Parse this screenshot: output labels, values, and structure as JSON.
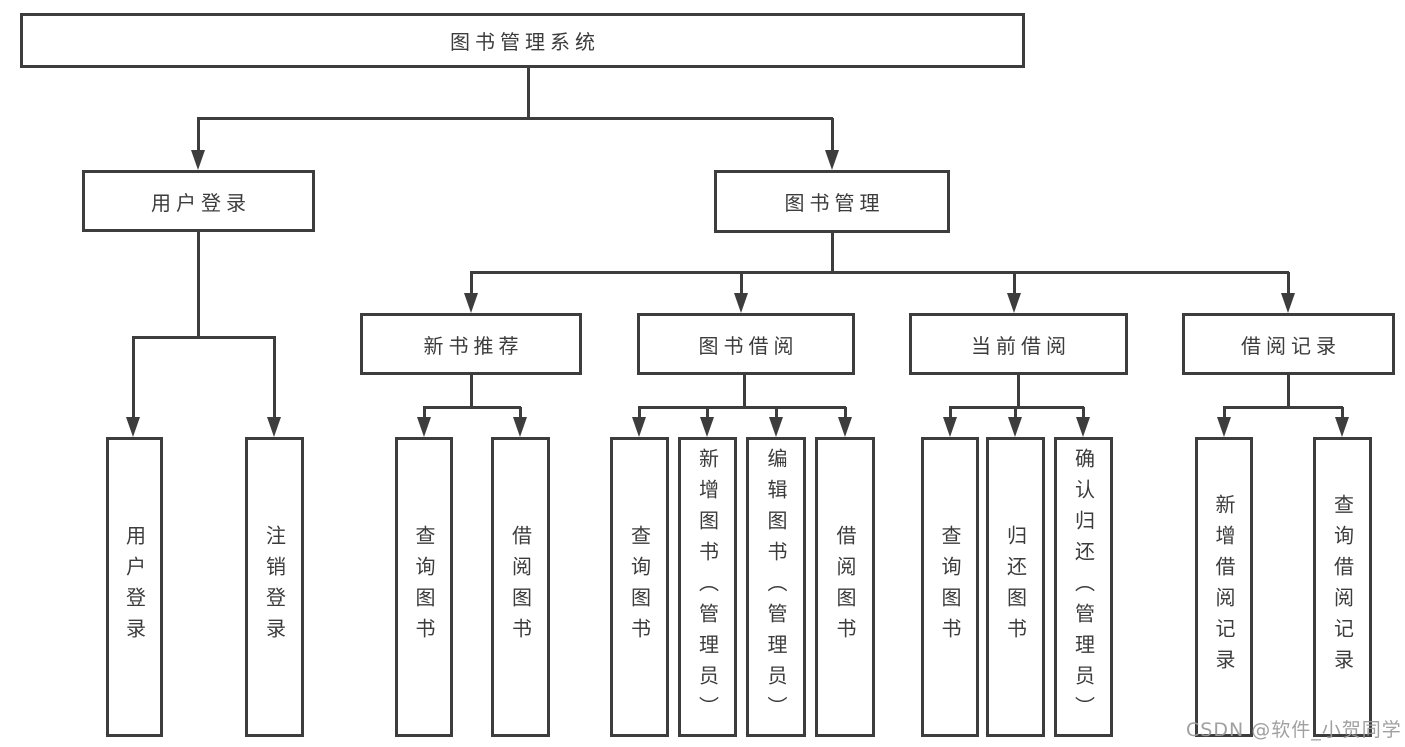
{
  "colors": {
    "line": "#3d3d3d",
    "box_border": "#3d3d3d",
    "text": "#3c3c3c",
    "box_background": "#ffffff",
    "page_background": "#ffffff",
    "watermark": "#9b9b9b"
  },
  "tree": {
    "root": "图书管理系统",
    "groups": [
      {
        "label": "用户登录",
        "children": [
          "用户登录",
          "注销登录"
        ]
      },
      {
        "label": "图书管理",
        "sections": [
          {
            "label": "新书推荐",
            "children": [
              "查询图书",
              "借阅图书"
            ]
          },
          {
            "label": "图书借阅",
            "children": [
              "查询图书",
              "新增图书（管理员）",
              "编辑图书（管理员）",
              "借阅图书"
            ]
          },
          {
            "label": "当前借阅",
            "children": [
              "查询图书",
              "归还图书",
              "确认归还（管理员）"
            ]
          },
          {
            "label": "借阅记录",
            "children": [
              "新增借阅记录",
              "查询借阅记录"
            ]
          }
        ]
      }
    ]
  },
  "watermark": "CSDN @软件_小贺同学"
}
